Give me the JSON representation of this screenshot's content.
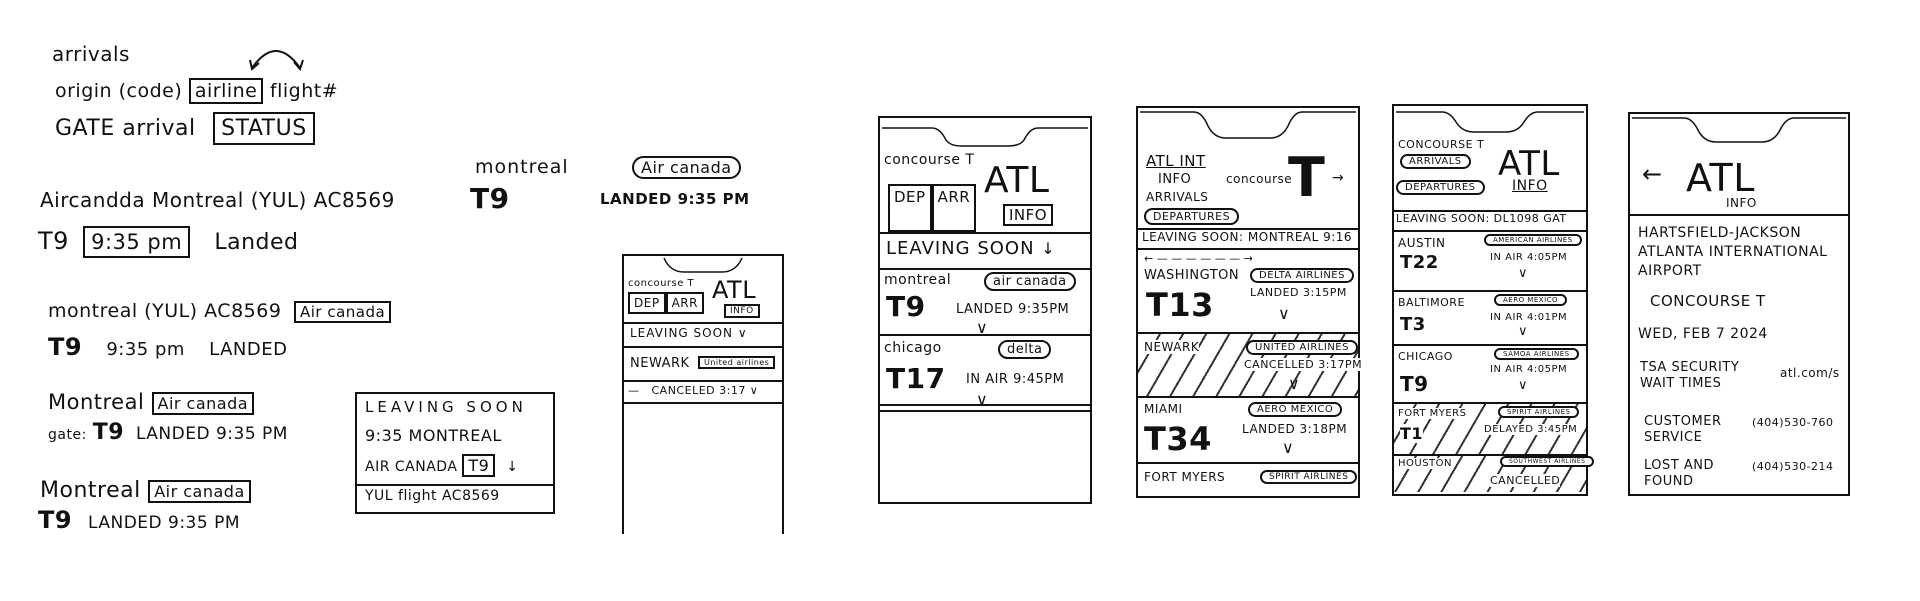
{
  "notes": {
    "field_list": {
      "line1": "arrivals",
      "line2_prefix": "origin (code)",
      "line2_airline": "airline",
      "line2_suffix": "flight#",
      "line3_prefix": "GATE arrival",
      "line3_status": "STATUS"
    },
    "variant1": {
      "line1": "Aircandda Montreal (YUL) AC8569",
      "gate": "T9",
      "time": "9:35 pm",
      "status": "Landed"
    },
    "variant2": {
      "city": "montreal (YUL) AC8569",
      "airline": "Air canada",
      "gate": "T9",
      "time": "9:35 pm",
      "status": "LANDED"
    },
    "variant3": {
      "city": "Montreal",
      "airline": "Air canada",
      "gate_label": "gate:",
      "gate": "T9",
      "status": "LANDED 9:35 PM"
    },
    "variant4": {
      "city": "Montreal",
      "airline": "Air canada",
      "gate": "T9",
      "status": "LANDED 9:35 PM"
    },
    "variant5": {
      "city": "montreal",
      "airline": "Air canada",
      "gate": "T9",
      "status": "LANDED 9:35 PM"
    },
    "leaving_card": {
      "title": "LEAVING SOON",
      "line1": "9:35 MONTREAL",
      "line2_prefix": "AIR CANADA",
      "line2_gate": "T9",
      "arrow": "↓",
      "footer": "YUL flight AC8569"
    }
  },
  "mini_phone": {
    "concourse": "concourse T",
    "logo": "ATL",
    "info": "INFO",
    "tab_dep": "DEP",
    "tab_arr": "ARR",
    "leaving_soon": "LEAVING SOON",
    "row1_city": "NEWARK",
    "row1_airline": "United airlines",
    "row2_status": "CANCELED 3:17"
  },
  "phone1": {
    "concourse": "concourse T",
    "logo": "ATL",
    "info": "INFO",
    "tab_dep": "DEP",
    "tab_arr": "ARR",
    "leaving_soon": "LEAVING SOON",
    "flights": [
      {
        "city": "montreal",
        "airline": "air canada",
        "gate": "T9",
        "status": "LANDED 9:35PM"
      },
      {
        "city": "chicago",
        "airline": "delta",
        "gate": "T17",
        "status": "IN AIR 9:45PM"
      }
    ]
  },
  "phone2": {
    "title": "ATL INT",
    "info": "INFO",
    "concourse": "concourse",
    "arrivals": "ARRIVALS",
    "departures": "DEPARTURES",
    "leaving_soon": "LEAVING SOON: MONTREAL 9:16",
    "flights": [
      {
        "city": "WASHINGTON",
        "airline": "DELTA AIRLINES",
        "gate": "T13",
        "status": "LANDED 3:15PM"
      },
      {
        "city": "NEWARK",
        "airline": "UNITED AIRLINES",
        "gate": "",
        "status": "CANCELLED 3:17PM"
      },
      {
        "city": "MIAMI",
        "airline": "AERO MEXICO",
        "gate": "T34",
        "status": "LANDED 3:18PM"
      },
      {
        "city": "FORT MYERS",
        "airline": "SPIRIT AIRLINES",
        "gate": "",
        "status": ""
      }
    ]
  },
  "phone3": {
    "concourse": "CONCOURSE T",
    "logo": "ATL",
    "info": "INFO",
    "arrivals": "ARRIVALS",
    "departures": "DEPARTURES",
    "leaving_soon": "LEAVING SOON: DL1098 GAT",
    "flights": [
      {
        "city": "AUSTIN",
        "airline": "AMERICAN AIRLINES",
        "gate": "T22",
        "status": "IN AIR 4:05PM"
      },
      {
        "city": "BALTIMORE",
        "airline": "AERO MEXICO",
        "gate": "T3",
        "status": "IN AIR 4:01PM"
      },
      {
        "city": "CHICAGO",
        "airline": "SAMOA AIRLINES",
        "gate": "T9",
        "status": "IN AIR 4:05PM"
      },
      {
        "city": "FORT MYERS",
        "airline": "SPIRIT AIRLINES",
        "gate": "T1",
        "status": "DELAYED 3:45PM"
      },
      {
        "city": "HOUSTON",
        "airline": "SOUTHWEST AIRLINES",
        "gate": "",
        "status": "CANCELLED"
      }
    ]
  },
  "phone4": {
    "back": "←",
    "logo": "ATL",
    "info": "INFO",
    "airport_name": "HARTSFIELD-JACKSON ATLANTA INTERNATIONAL AIRPORT",
    "concourse": "CONCOURSE T",
    "date": "WED, FEB 7 2024",
    "tsa_label": "TSA SECURITY WAIT TIMES",
    "tsa_value": "atl.com/s",
    "customer_label": "CUSTOMER SERVICE",
    "customer_value": "(404)530-760",
    "lost_label": "LOST AND FOUND",
    "lost_value": "(404)530-214"
  }
}
